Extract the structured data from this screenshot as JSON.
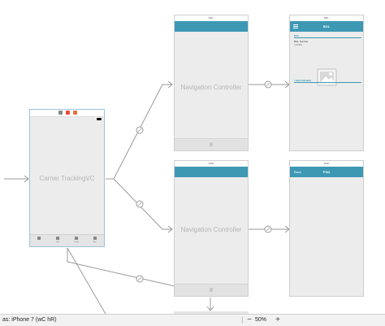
{
  "scenes": {
    "carrier": {
      "title": "Carrier TrackingVC",
      "tabs": [
        "",
        "Hub",
        "Loads",
        "Map"
      ]
    },
    "nav_bol": {
      "top_title": "BOL",
      "label": "Navigation Controller"
    },
    "bol_detail": {
      "top_title": "BOL",
      "nav_title": "BOL",
      "section_label": "BOL",
      "field_label": "BOL Number",
      "field_value": "123456",
      "load_images_label": "LOAD IMAGES"
    },
    "nav_pod": {
      "top_title": "POD",
      "label": "Navigation Controller"
    },
    "pod_detail": {
      "top_title": "POD",
      "nav_title": "POD",
      "back_label": "Back"
    }
  },
  "statusbar": {
    "device_label": "as: iPhone 7 (wC hR)",
    "zoom": "50%",
    "zoom_out": "−",
    "zoom_in": "+"
  },
  "colors": {
    "nav_bar": "#3d98b4",
    "segue": "#9a9a9a",
    "selection": "#9fc4dc"
  }
}
